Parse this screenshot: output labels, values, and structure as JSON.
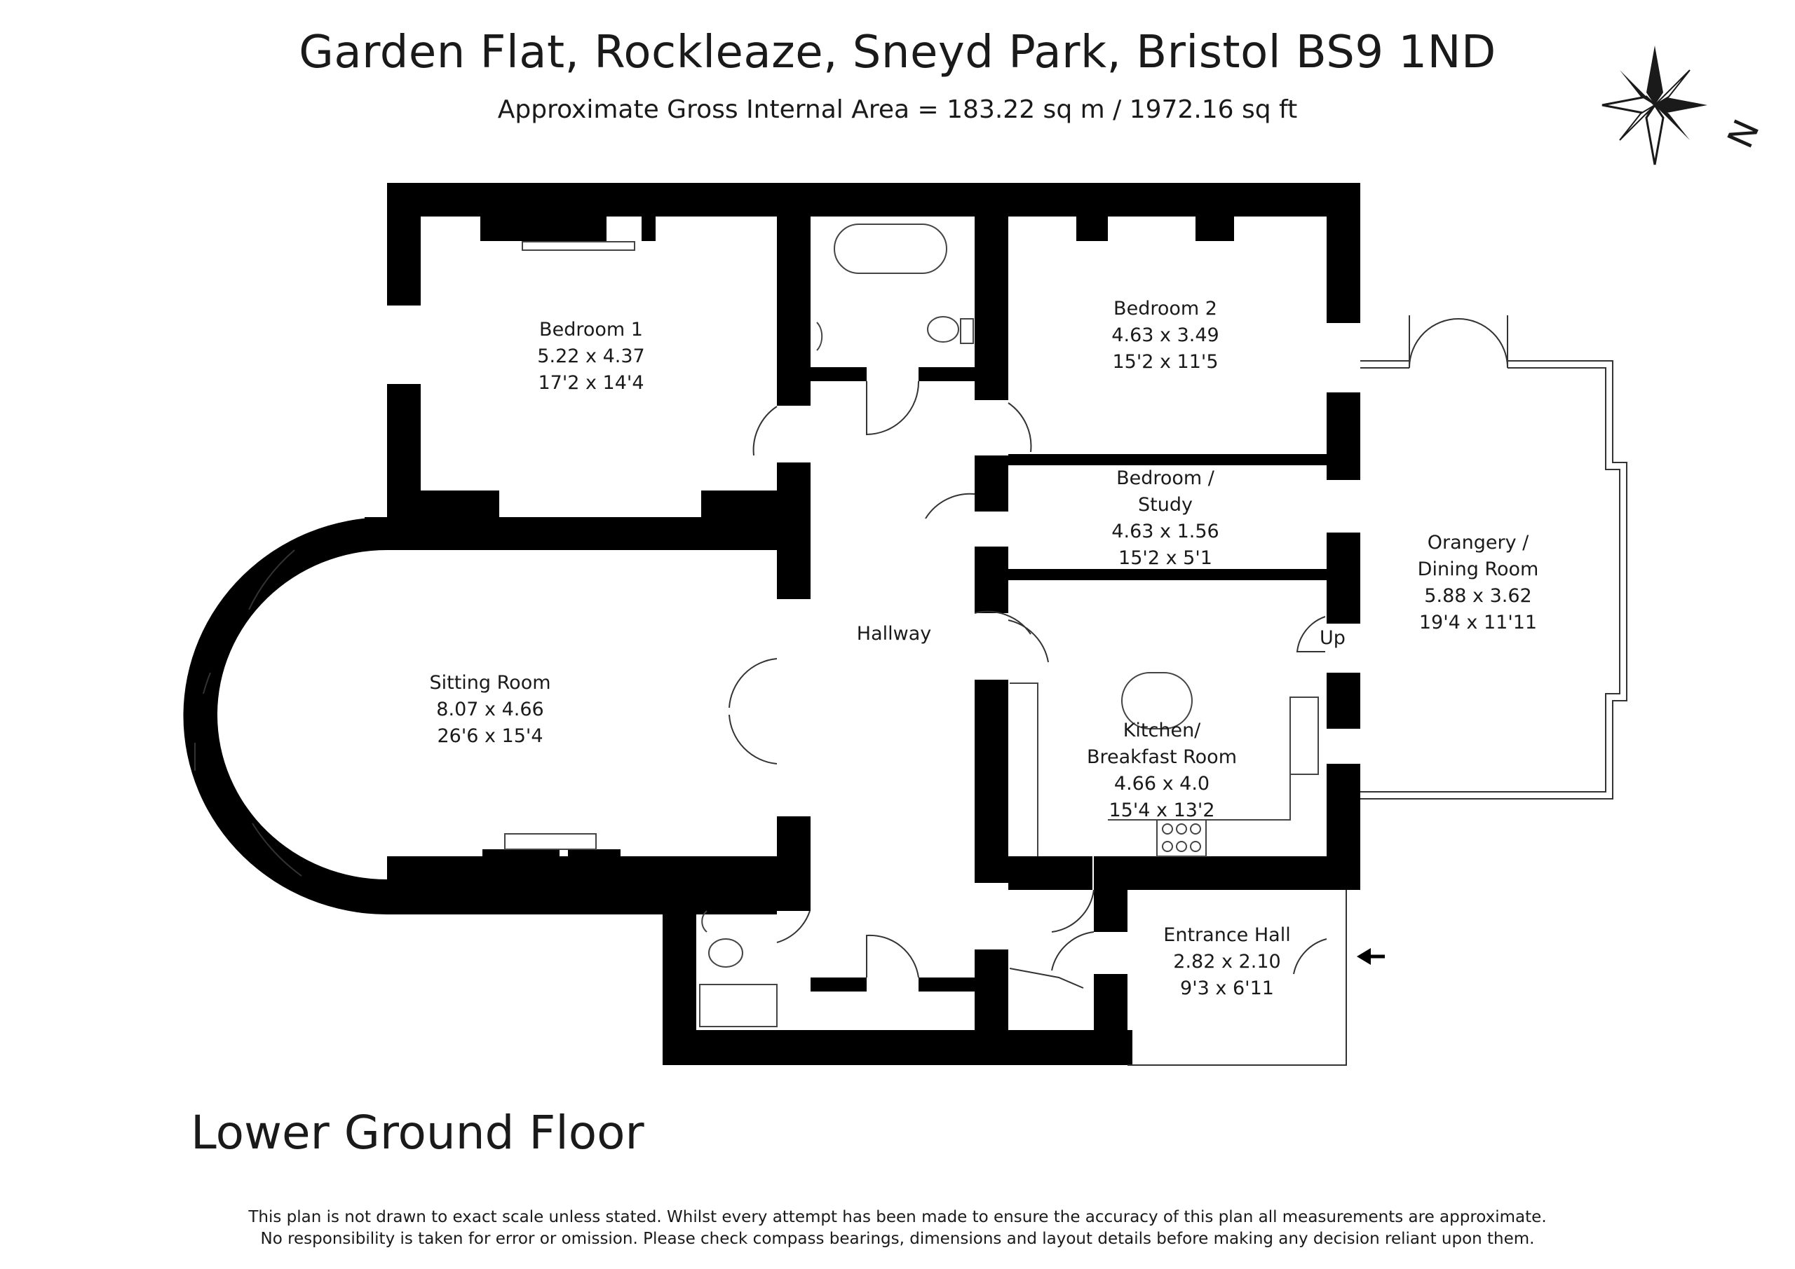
{
  "header": {
    "title": "Garden Flat, Rockleaze, Sneyd Park, Bristol BS9 1ND",
    "subtitle": "Approximate Gross Internal Area = 183.22 sq m / 1972.16 sq ft"
  },
  "compass": {
    "north_label": "N",
    "icon": "compass-rose-icon"
  },
  "rooms": {
    "bedroom1": {
      "name": "Bedroom 1",
      "metric": "5.22 x 4.37",
      "imperial": "17'2 x 14'4"
    },
    "bedroom2": {
      "name": "Bedroom 2",
      "metric": "4.63 x 3.49",
      "imperial": "15'2 x 11'5"
    },
    "study": {
      "name_line1": "Bedroom /",
      "name_line2": "Study",
      "metric": "4.63 x 1.56",
      "imperial": "15'2 x 5'1"
    },
    "orangery": {
      "name_line1": "Orangery /",
      "name_line2": "Dining Room",
      "metric": "5.88 x 3.62",
      "imperial": "19'4 x 11'11"
    },
    "hallway": {
      "name": "Hallway"
    },
    "sitting": {
      "name": "Sitting Room",
      "metric": "8.07 x 4.66",
      "imperial": "26'6 x 15'4"
    },
    "kitchen": {
      "name_line1": "Kitchen/",
      "name_line2": "Breakfast Room",
      "metric": "4.66 x 4.0",
      "imperial": "15'4 x 13'2"
    },
    "entrance": {
      "name": "Entrance Hall",
      "metric": "2.82 x 2.10",
      "imperial": "9'3 x 6'11"
    }
  },
  "stairs_label": "Up",
  "floor_label": "Lower Ground Floor",
  "disclaimer": {
    "line1": "This plan is not drawn to exact scale unless stated.  Whilst every attempt has been made to ensure the accuracy of this plan all measurements are approximate.",
    "line2": "No responsibility is taken for error or omission.  Please check compass bearings, dimensions and layout details before making any decision reliant upon them."
  }
}
